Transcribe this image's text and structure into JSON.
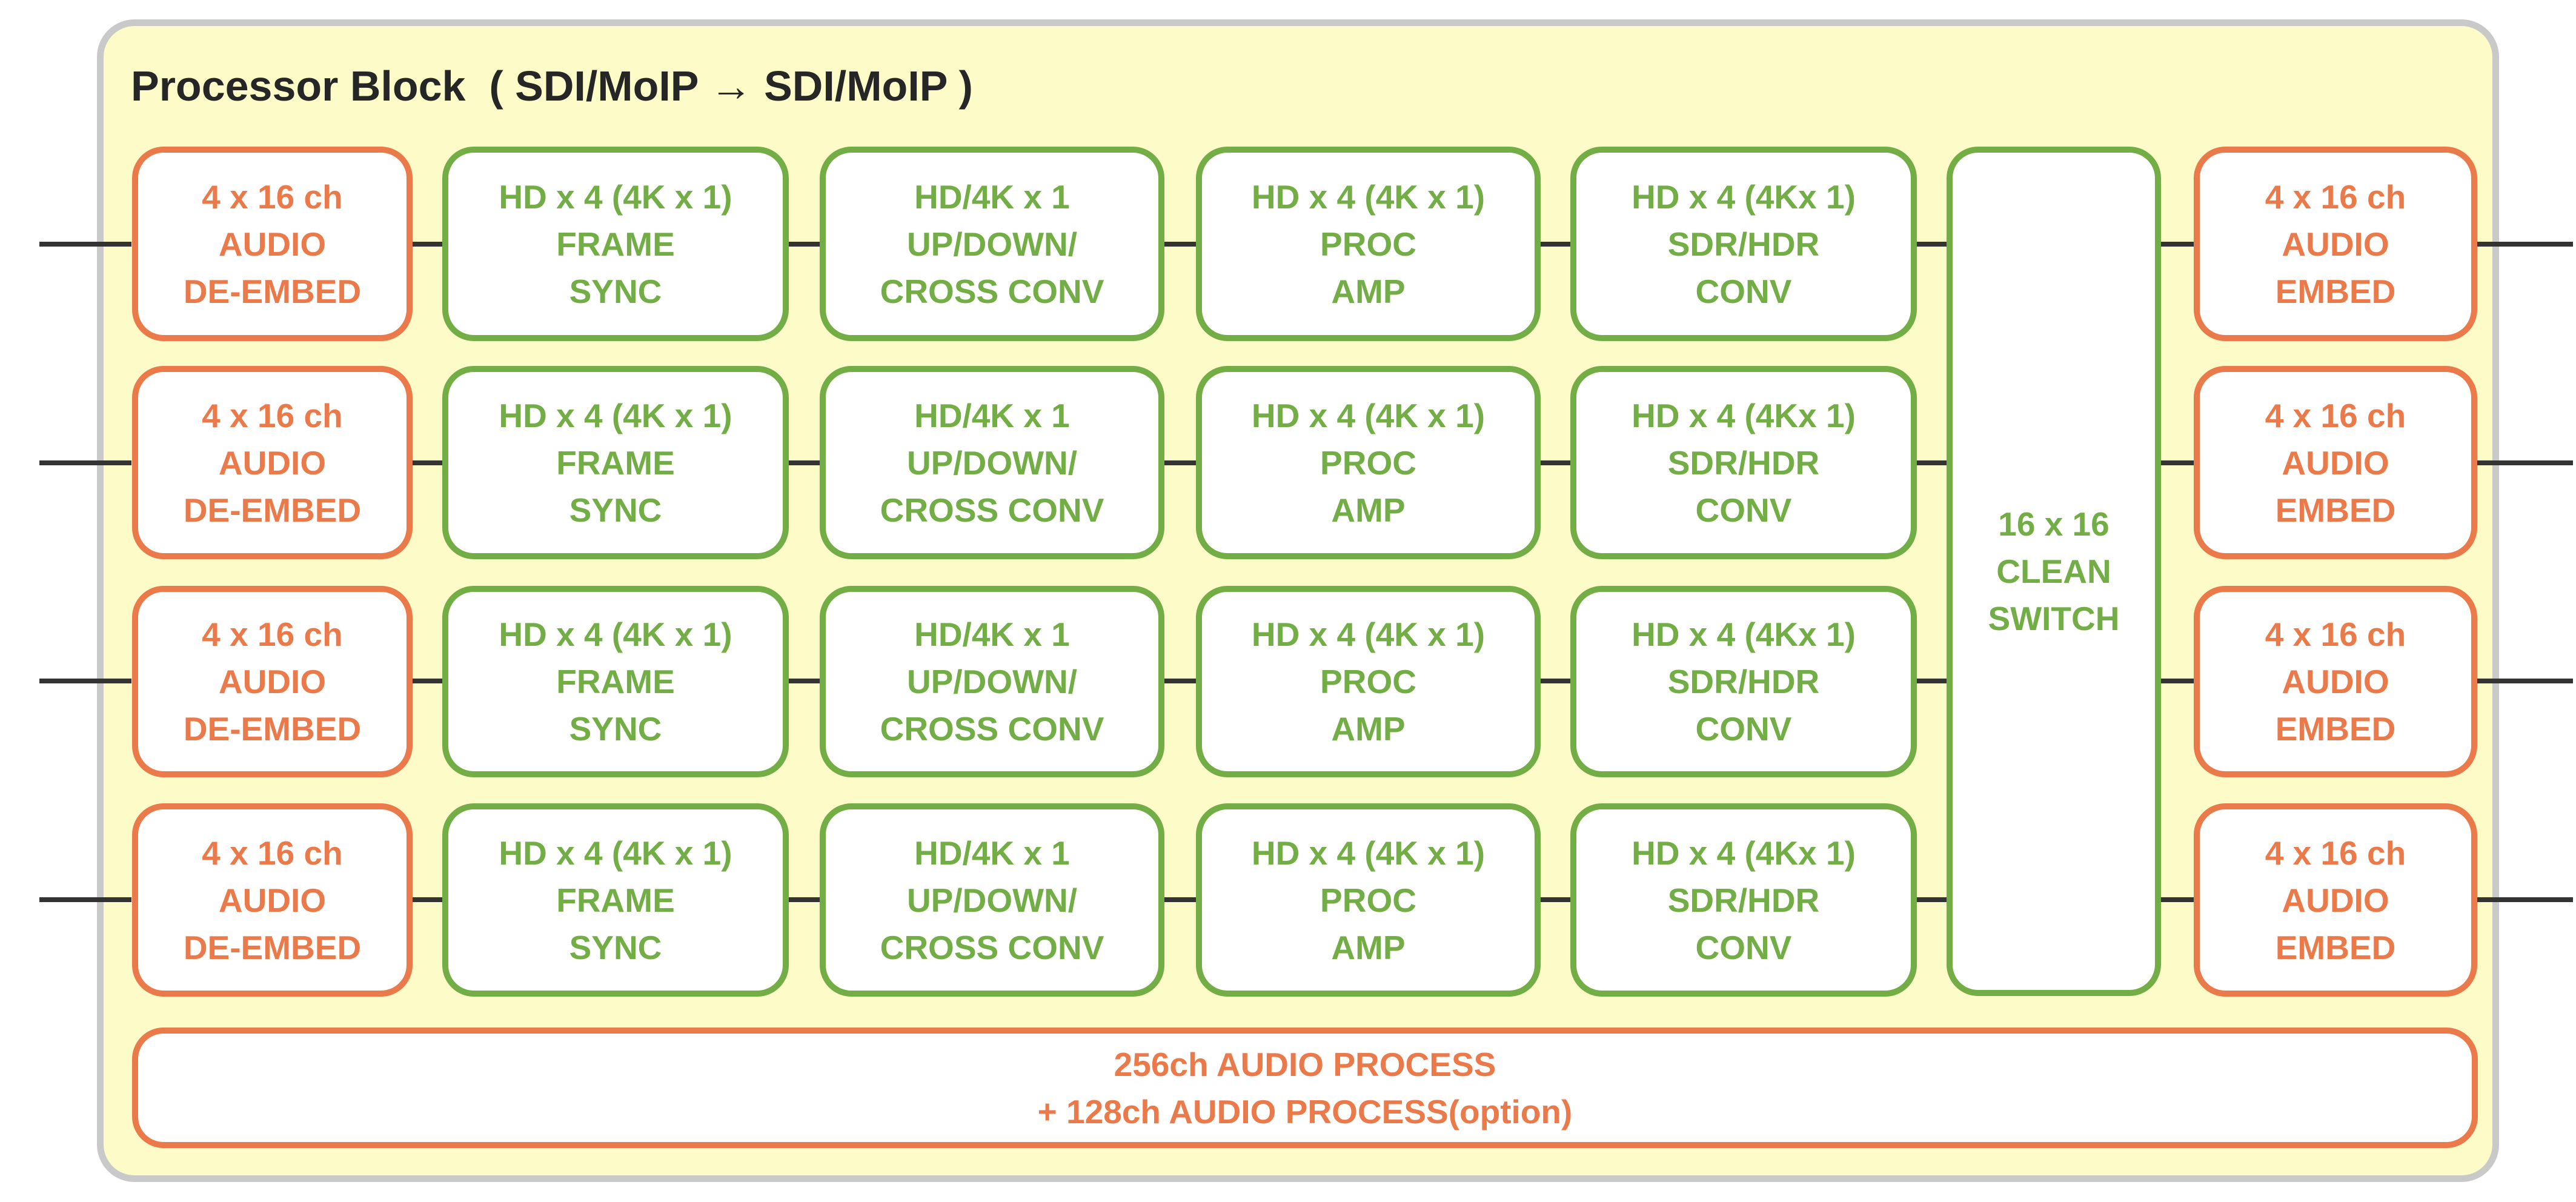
{
  "title": "Processor Block  ( SDI/MoIP → SDI/MoIP )",
  "colors": {
    "audio": "#ea7a4a",
    "video": "#73ad45",
    "panel_bg": "#fdfbc8",
    "panel_border": "#c9c9c9",
    "line": "#333333"
  },
  "rows": [
    {
      "blocks": [
        {
          "color": "audio",
          "lines": [
            "4 x 16 ch",
            "AUDIO",
            "DE-EMBED"
          ]
        },
        {
          "color": "video",
          "lines": [
            "HD x 4 (4K x 1)",
            "FRAME",
            "SYNC"
          ]
        },
        {
          "color": "video",
          "lines": [
            "HD/4K x 1",
            "UP/DOWN/",
            "CROSS CONV"
          ]
        },
        {
          "color": "video",
          "lines": [
            "HD x 4 (4K x 1)",
            "PROC",
            "AMP"
          ]
        },
        {
          "color": "video",
          "lines": [
            "HD x 4 (4Kx 1)",
            "SDR/HDR",
            "CONV"
          ]
        },
        {
          "color": "audio",
          "lines": [
            "4 x 16 ch",
            "AUDIO",
            "EMBED"
          ]
        }
      ]
    },
    {
      "blocks": [
        {
          "color": "audio",
          "lines": [
            "4 x 16 ch",
            "AUDIO",
            "DE-EMBED"
          ]
        },
        {
          "color": "video",
          "lines": [
            "HD x 4 (4K x 1)",
            "FRAME",
            "SYNC"
          ]
        },
        {
          "color": "video",
          "lines": [
            "HD/4K x 1",
            "UP/DOWN/",
            "CROSS CONV"
          ]
        },
        {
          "color": "video",
          "lines": [
            "HD x 4 (4K x 1)",
            "PROC",
            "AMP"
          ]
        },
        {
          "color": "video",
          "lines": [
            "HD x 4 (4Kx 1)",
            "SDR/HDR",
            "CONV"
          ]
        },
        {
          "color": "audio",
          "lines": [
            "4 x 16 ch",
            "AUDIO",
            "EMBED"
          ]
        }
      ]
    },
    {
      "blocks": [
        {
          "color": "audio",
          "lines": [
            "4 x 16 ch",
            "AUDIO",
            "DE-EMBED"
          ]
        },
        {
          "color": "video",
          "lines": [
            "HD x 4 (4K x 1)",
            "FRAME",
            "SYNC"
          ]
        },
        {
          "color": "video",
          "lines": [
            "HD/4K x 1",
            "UP/DOWN/",
            "CROSS CONV"
          ]
        },
        {
          "color": "video",
          "lines": [
            "HD x 4 (4K x 1)",
            "PROC",
            "AMP"
          ]
        },
        {
          "color": "video",
          "lines": [
            "HD x 4 (4Kx 1)",
            "SDR/HDR",
            "CONV"
          ]
        },
        {
          "color": "audio",
          "lines": [
            "4 x 16 ch",
            "AUDIO",
            "EMBED"
          ]
        }
      ]
    },
    {
      "blocks": [
        {
          "color": "audio",
          "lines": [
            "4 x 16 ch",
            "AUDIO",
            "DE-EMBED"
          ]
        },
        {
          "color": "video",
          "lines": [
            "HD x 4 (4K x 1)",
            "FRAME",
            "SYNC"
          ]
        },
        {
          "color": "video",
          "lines": [
            "HD/4K x 1",
            "UP/DOWN/",
            "CROSS CONV"
          ]
        },
        {
          "color": "video",
          "lines": [
            "HD x 4 (4K x 1)",
            "PROC",
            "AMP"
          ]
        },
        {
          "color": "video",
          "lines": [
            "HD x 4 (4Kx 1)",
            "SDR/HDR",
            "CONV"
          ]
        },
        {
          "color": "audio",
          "lines": [
            "4 x 16 ch",
            "AUDIO",
            "EMBED"
          ]
        }
      ]
    }
  ],
  "clean_switch": {
    "color": "video",
    "lines": [
      "16 x 16",
      "CLEAN",
      "SWITCH"
    ]
  },
  "audio_process": {
    "color": "audio",
    "lines": [
      "256ch AUDIO PROCESS",
      "+ 128ch AUDIO PROCESS(option)"
    ]
  }
}
